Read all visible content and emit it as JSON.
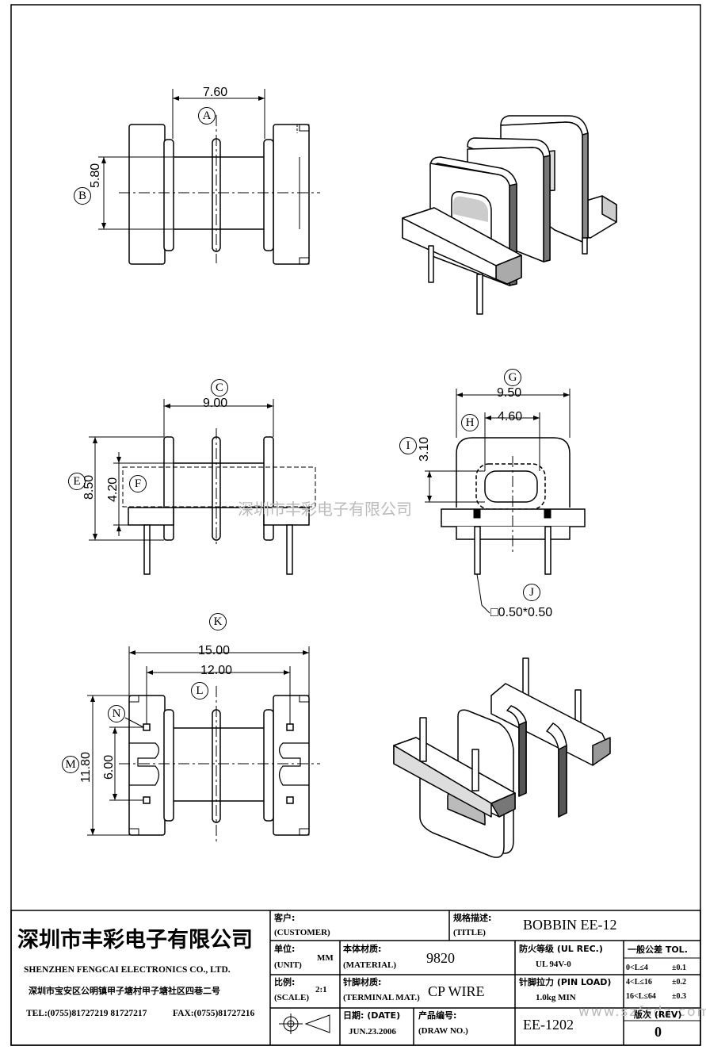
{
  "views": {
    "top": {
      "dim_width": "7.60",
      "dim_height": "5.80",
      "label_a": "A",
      "label_b": "B"
    },
    "front": {
      "dim_width": "9.00",
      "dim_height": "8.50",
      "dim_inner": "4.20",
      "label_c": "C",
      "label_e": "E",
      "label_f": "F"
    },
    "side": {
      "dim_width": "9.50",
      "dim_inner": "4.60",
      "dim_height": "3.10",
      "pin_size": "□0.50*0.50",
      "label_g": "G",
      "label_h": "H",
      "label_i": "I",
      "label_j": "J"
    },
    "bottom": {
      "dim_outer": "15.00",
      "dim_inner": "12.00",
      "dim_height": "11.80",
      "dim_pin": "6.00",
      "label_k": "K",
      "label_l": "L",
      "label_m": "M",
      "label_n": "N"
    }
  },
  "watermark": "深圳市丰彩电子有限公司",
  "watermark_url": "www.szfcdz.com",
  "title_block": {
    "company_cn": "深圳市丰彩电子有限公司",
    "company_en": "SHENZHEN FENGCAI ELECTRONICS CO., LTD.",
    "address": "深圳市宝安区公明镇甲子塘村甲子塘社区四巷二号",
    "tel": "TEL:(0755)81727219  81727217",
    "fax": "FAX:(0755)81727216",
    "customer_cn": "客户:",
    "customer_en": "(CUSTOMER)",
    "title_cn": "规格描述:",
    "title_en": "(TITLE)",
    "title_value": "BOBBIN EE-12",
    "unit_cn": "单位:",
    "unit_en": "(UNIT)",
    "unit_value": "MM",
    "material_cn": "本体材质:",
    "material_en": "(MATERIAL)",
    "material_value": "9820",
    "ul_cn": "防火等级 (UL REC.)",
    "ul_value": "UL 94V-0",
    "tol_header": "一般公差 TOL.",
    "tol_rows": [
      {
        "range": "0<L≤4",
        "value": "±0.1"
      },
      {
        "range": "4<L≤16",
        "value": "±0.2"
      },
      {
        "range": "16<L≤64",
        "value": "±0.3"
      }
    ],
    "scale_cn": "比例:",
    "scale_en": "(SCALE)",
    "scale_value": "2:1",
    "terminal_cn": "针脚材质:",
    "terminal_en": "(TERMINAL MAT.)",
    "terminal_value": "CP WIRE",
    "pinload_cn": "针脚拉力 (PIN LOAD)",
    "pinload_value": "1.0kg MIN",
    "date_cn": "日期: (DATE)",
    "date_value": "JUN.23.2006",
    "drawno_cn": "产品编号:",
    "drawno_en": "(DRAW NO.)",
    "drawno_value": "EE-1202",
    "rev_cn": "版次 (REV)",
    "rev_value": "0"
  }
}
